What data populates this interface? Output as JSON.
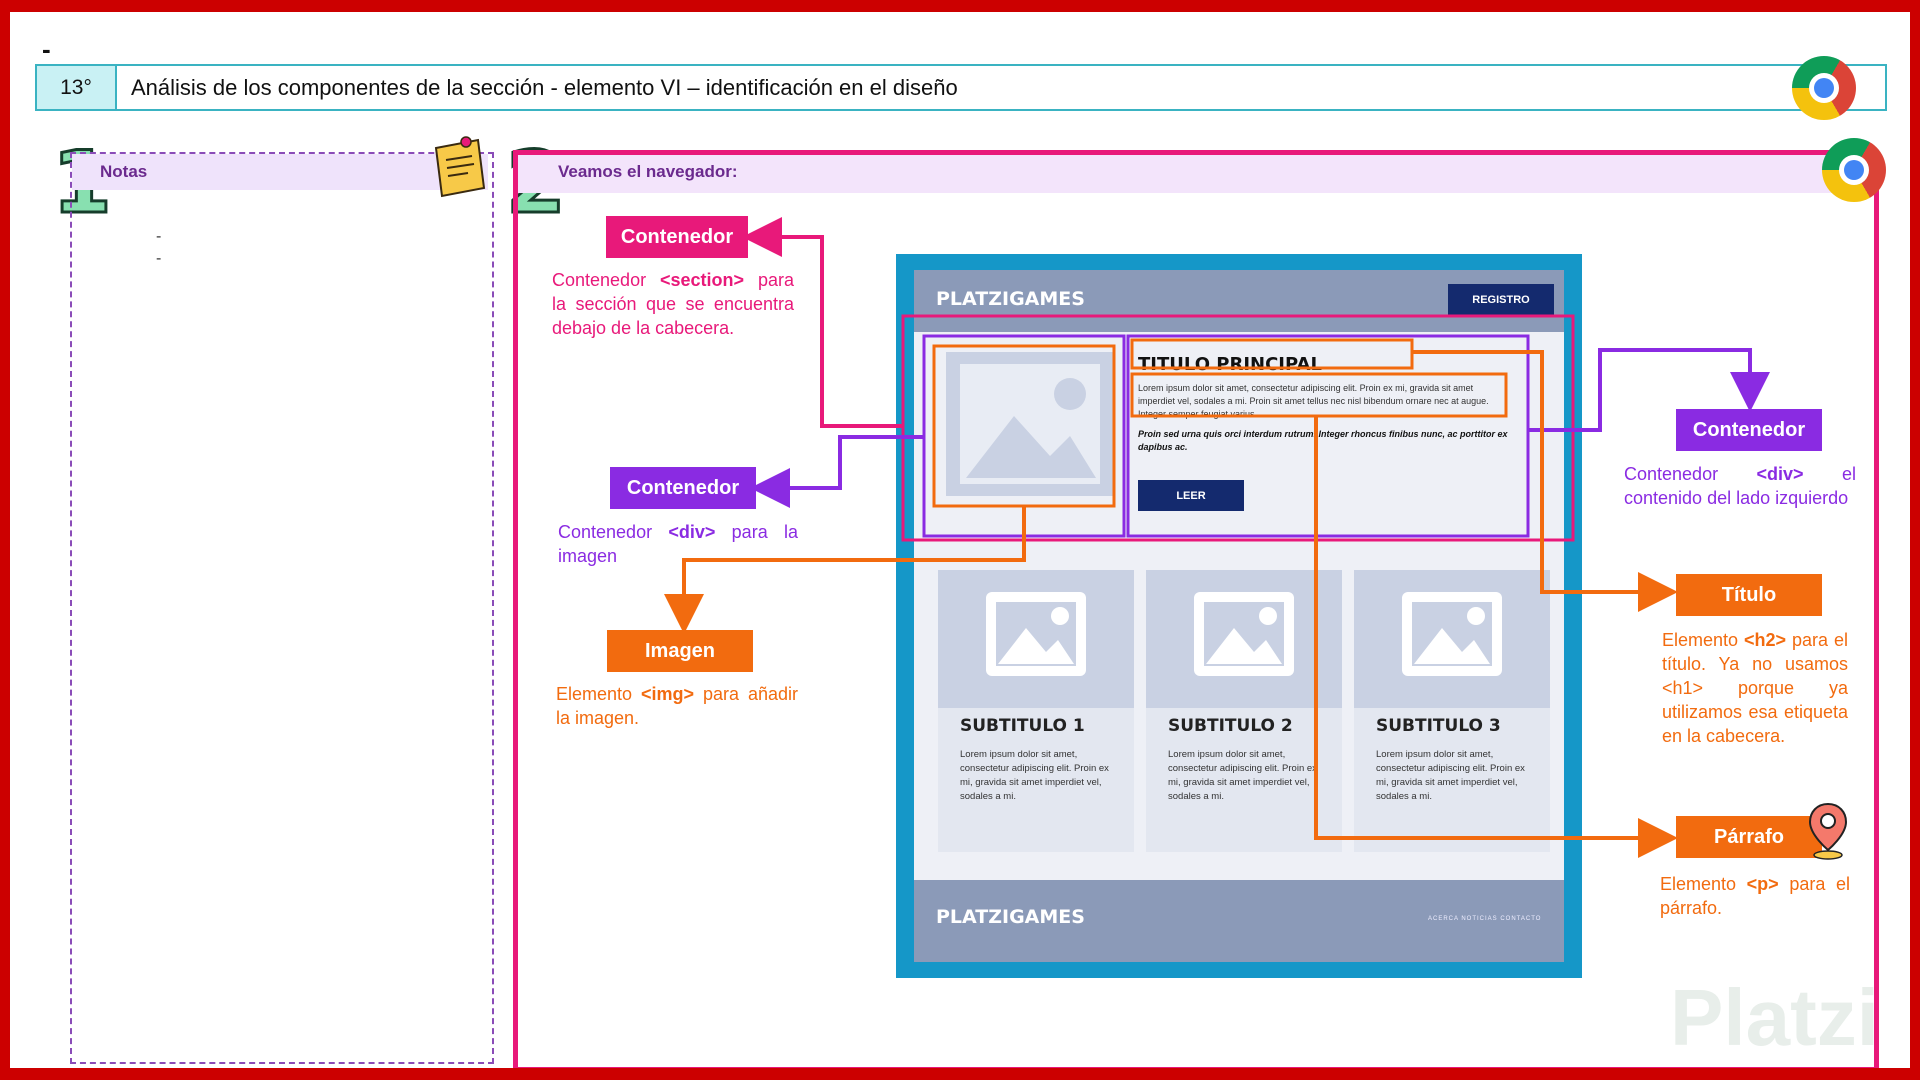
{
  "header": {
    "dash": "-",
    "number": "13°",
    "title": "Análisis de los componentes de la sección   - elemento VI – identificación en el diseño"
  },
  "notes": {
    "number": "1",
    "label": "Notas",
    "items": [
      "-",
      "-"
    ]
  },
  "browser": {
    "number": "2",
    "label": "Veamos el navegador:"
  },
  "callouts": {
    "section": {
      "tag": "Contenedor",
      "text_pre": "Contenedor ",
      "code": "<section>",
      "text_post": " para la sección que se encuentra debajo de la cabecera."
    },
    "div_image": {
      "tag": "Contenedor",
      "text_pre": "Contenedor ",
      "code": "<div>",
      "text_post": " para la imagen"
    },
    "img": {
      "tag": "Imagen",
      "text_pre": "Elemento ",
      "code": "<img>",
      "text_post": " para añadir la imagen."
    },
    "div_left": {
      "tag": "Contenedor",
      "text_pre": "Contenedor ",
      "code": "<div>",
      "text_post": " el contenido del lado izquierdo"
    },
    "title": {
      "tag": "Título",
      "text_pre": "Elemento ",
      "code": "<h2>",
      "text_post": " para el título. Ya no usamos <h1> porque ya utilizamos esa etiqueta en la cabecera."
    },
    "paragraph": {
      "tag": "Párrafo",
      "text_pre": "Elemento ",
      "code": "<p>",
      "text_post": " para el párrafo."
    }
  },
  "mockup": {
    "brand": "PLATZIGAMES",
    "register": "REGISTRO",
    "main_title": "TITULO PRINCIPAL",
    "paragraph": "Lorem ipsum dolor sit amet, consectetur adipiscing elit. Proin ex mi, gravida sit amet imperdiet vel, sodales a mi. Proin sit amet tellus nec nisl bibendum ornare nec at augue. Integer semper feugiat varius.",
    "paragraph_2": "Proin sed urna quis orci interdum rutrum. Integer rhoncus finibus nunc, ac porttitor ex dapibus ac.",
    "button": "LEER",
    "cards": [
      {
        "subtitle": "SUBTITULO 1",
        "text": "Lorem ipsum dolor sit amet, consectetur adipiscing elit. Proin ex mi, gravida sit amet imperdiet vel, sodales a mi."
      },
      {
        "subtitle": "SUBTITULO 2",
        "text": "Lorem ipsum dolor sit amet, consectetur adipiscing elit. Proin ex mi, gravida sit amet imperdiet vel, sodales a mi."
      },
      {
        "subtitle": "SUBTITULO 3",
        "text": "Lorem ipsum dolor sit amet, consectetur adipiscing elit. Proin ex mi, gravida sit amet imperdiet vel, sodales a mi."
      }
    ],
    "footer_brand": "PLATZIGAMES",
    "footer_links": "ACERCA  NOTICIAS  CONTACTO"
  },
  "watermark": "Platzi",
  "colors": {
    "frame": "#cc0000",
    "pink": "#e8197a",
    "purple": "#8a2be2",
    "orange": "#f26b0f",
    "teal": "#3ab3c2"
  },
  "icons": [
    "chrome-icon",
    "sticky-note-icon",
    "map-pin-icon"
  ]
}
